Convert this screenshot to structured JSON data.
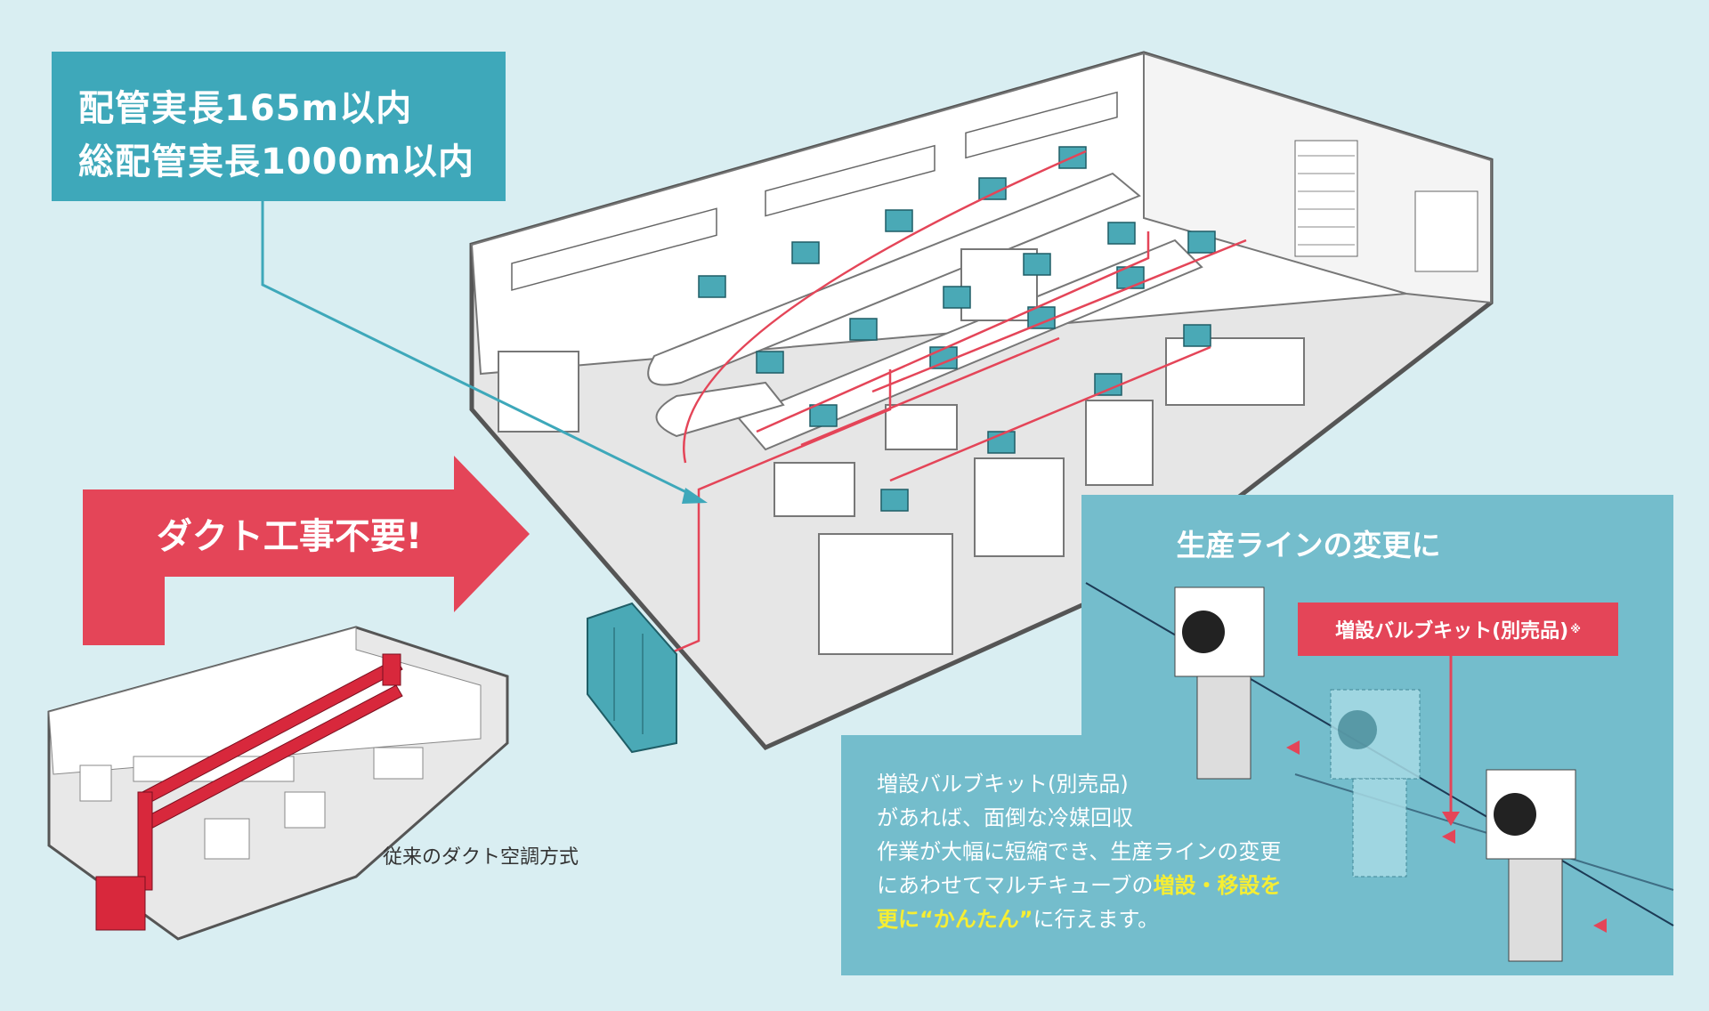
{
  "spec": {
    "line1": "配管実長165m以内",
    "line2": "総配管実長1000m以内"
  },
  "arrow_label": "ダクト工事不要!",
  "legacy_caption": "従来のダクト空調方式",
  "panel": {
    "title": "生産ラインの変更に",
    "kit_label": "増設バルブキット(別売品)",
    "kit_mark": "※",
    "desc_line1": "増設バルブキット(別売品)",
    "desc_line2": "があれば、面倒な冷媒回収",
    "desc_line3": "作業が大幅に短縮でき、生産ラインの変更",
    "desc_line4_a": "にあわせてマルチキューブの",
    "desc_line4_b": "増設・移設を",
    "desc_line5_a": "更に“かんたん”",
    "desc_line5_b": "に行えます。"
  },
  "colors": {
    "background": "#d9eef2",
    "accent_teal": "#3ea8ba",
    "panel_teal": "#74bdcc",
    "accent_red": "#e44558",
    "highlight_yellow": "#f6ee33"
  }
}
